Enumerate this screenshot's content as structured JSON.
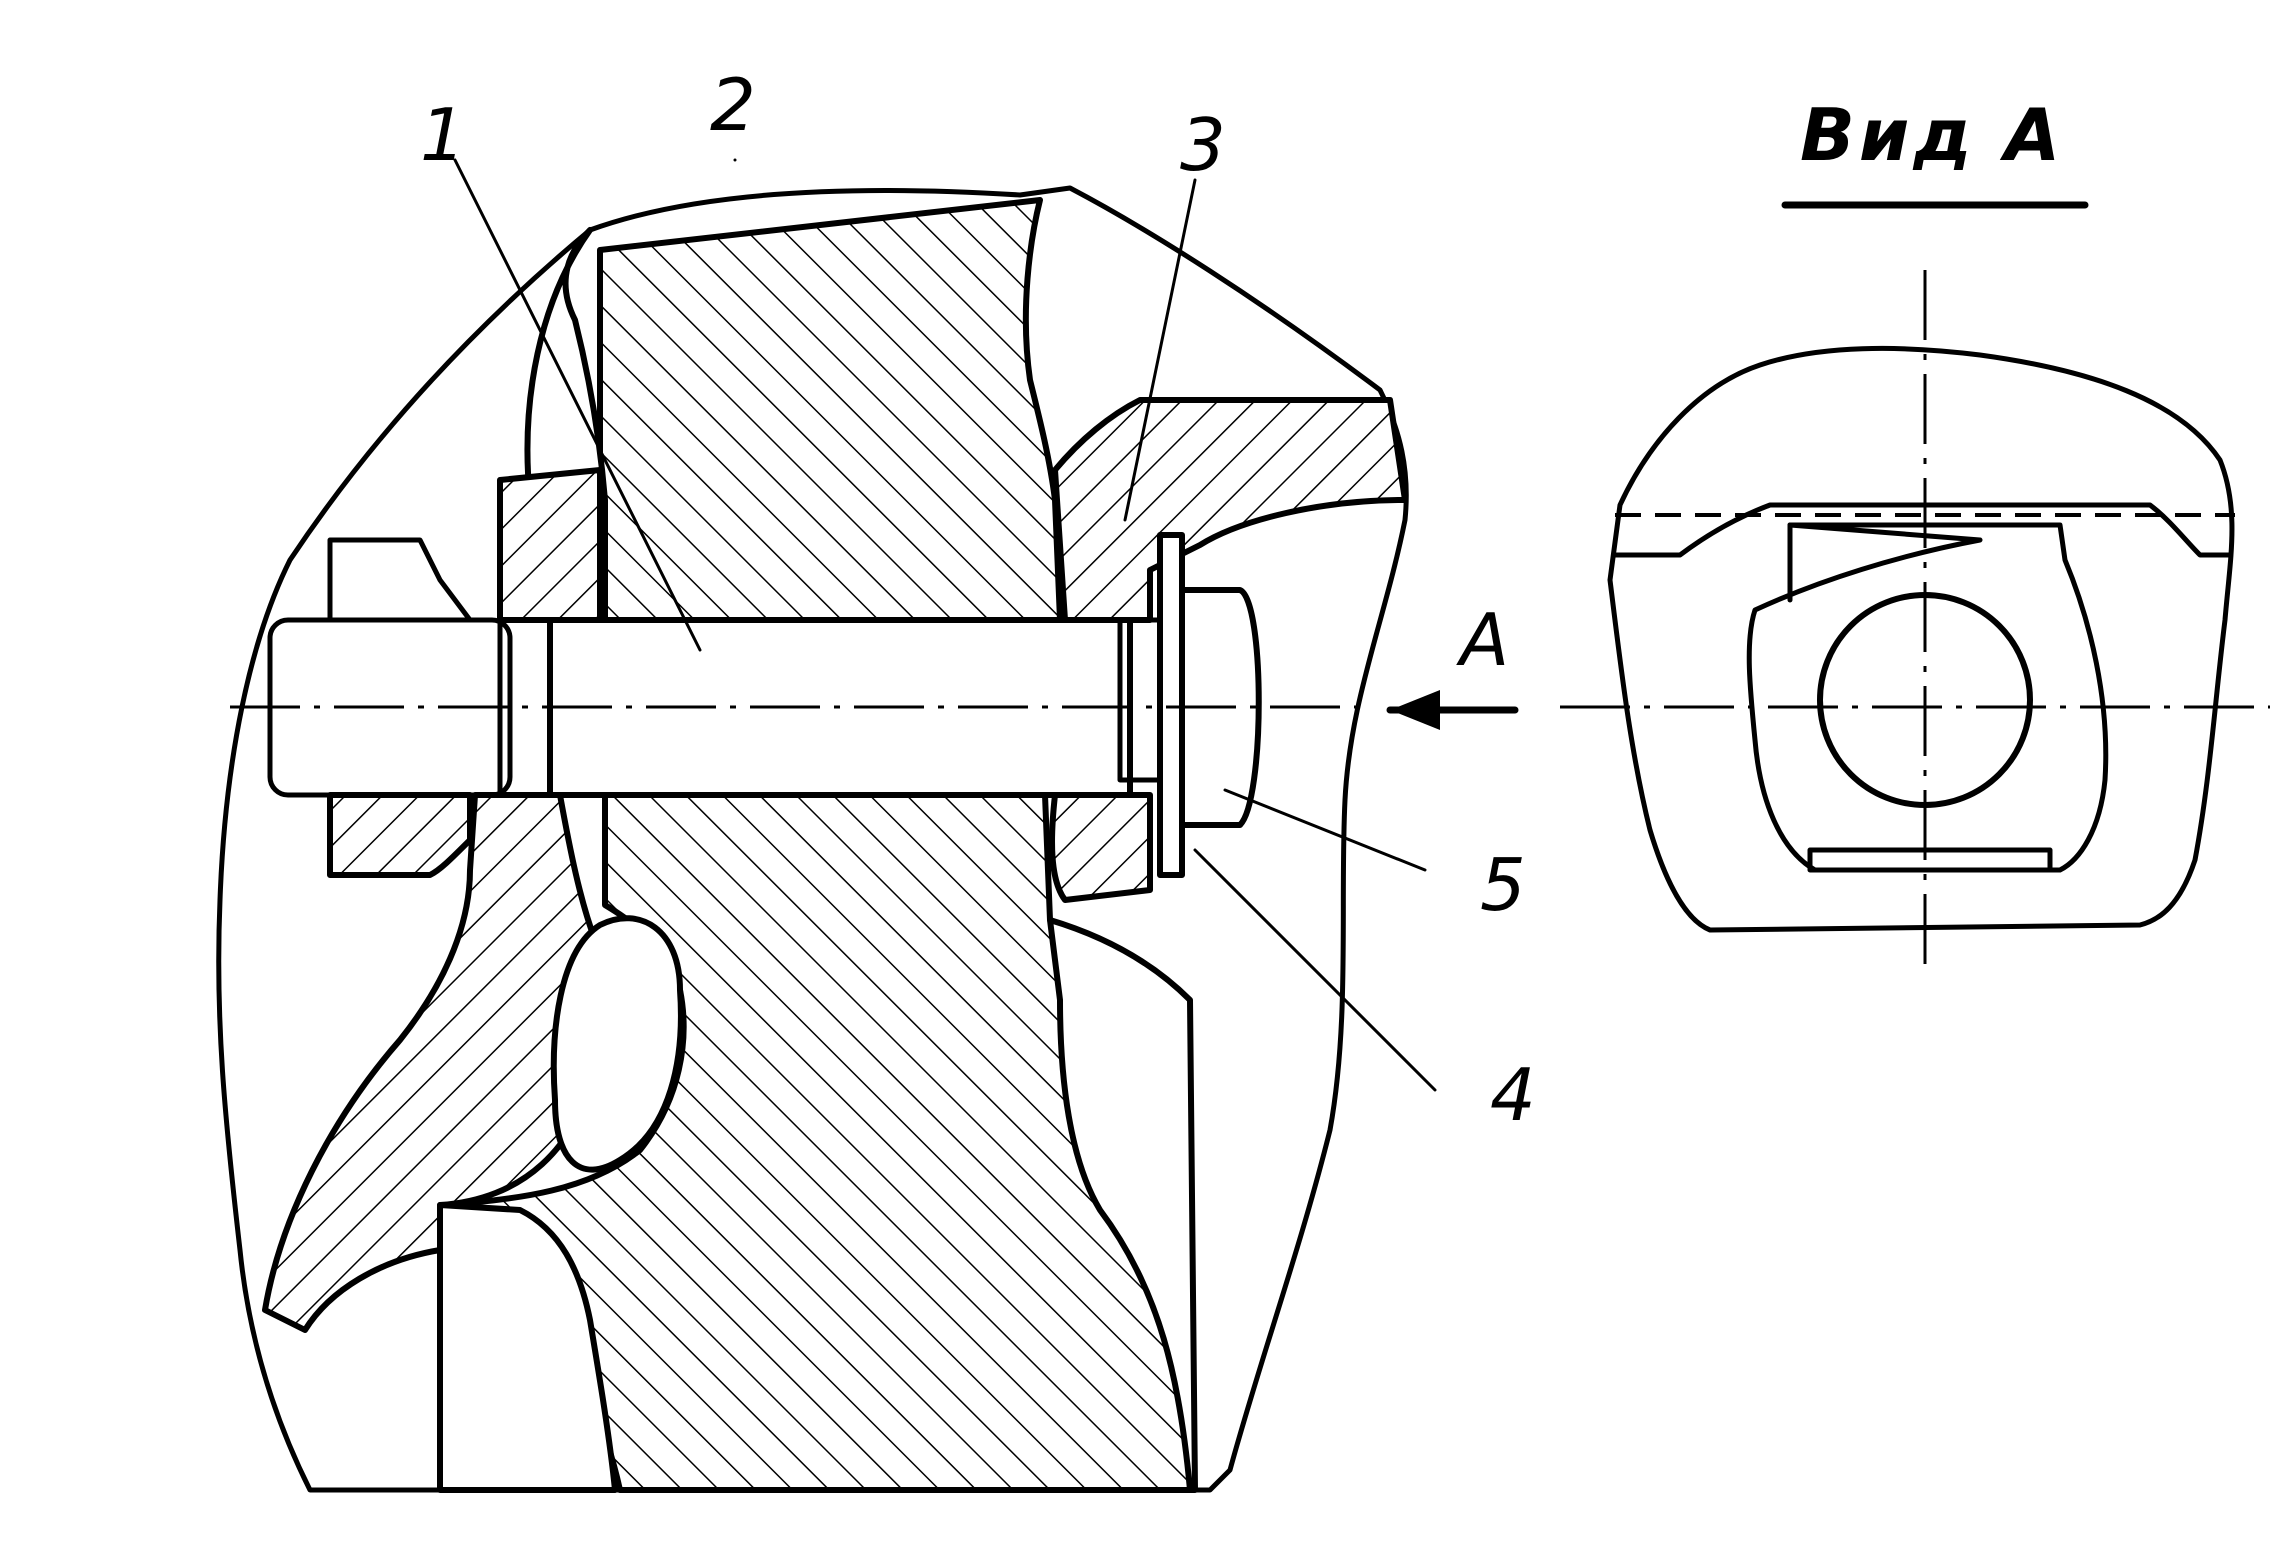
{
  "labels": {
    "part_1": "1",
    "part_2": "2",
    "part_3": "3",
    "part_4": "4",
    "part_5": "5",
    "view_arrow": "A",
    "view_title": "Вид А"
  },
  "colors": {
    "line": "#000000",
    "background": "#ffffff"
  }
}
